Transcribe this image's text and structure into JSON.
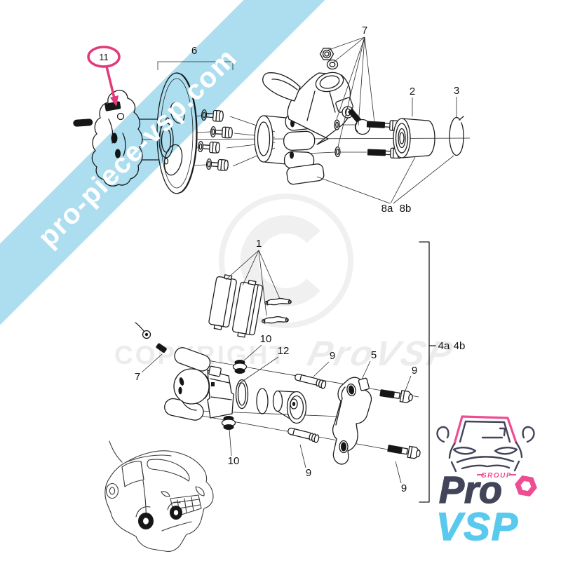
{
  "banner": {
    "text": "pro-piece-vsp.com",
    "color": "#9fd8ec",
    "text_color": "#ffffff"
  },
  "watermark": {
    "copyright": "COPYRIGHT",
    "brand": "ProVSP",
    "color": "#ececec"
  },
  "highlight": {
    "label": "11",
    "color": "#e23a7a"
  },
  "labels": {
    "l11": "11",
    "l6": "6",
    "l7_top": "7",
    "l2": "2",
    "l3": "3",
    "l8a": "8a",
    "l8b": "8b",
    "l1": "1",
    "l10_upper": "10",
    "l12": "12",
    "l9_pin_upper": "9",
    "l5": "5",
    "l9_bolt_upper": "9",
    "l4a": "4a",
    "l4b": "4b",
    "l7_bleed": "7",
    "l10_lower": "10",
    "l9_pin_lower": "9",
    "l9_bolt_lower": "9"
  },
  "logo": {
    "group": "GROUP",
    "line1": "Pro",
    "line2": "VSP",
    "navy": "#42445a",
    "cyan": "#5ac9ee",
    "pink": "#ee4d92"
  }
}
